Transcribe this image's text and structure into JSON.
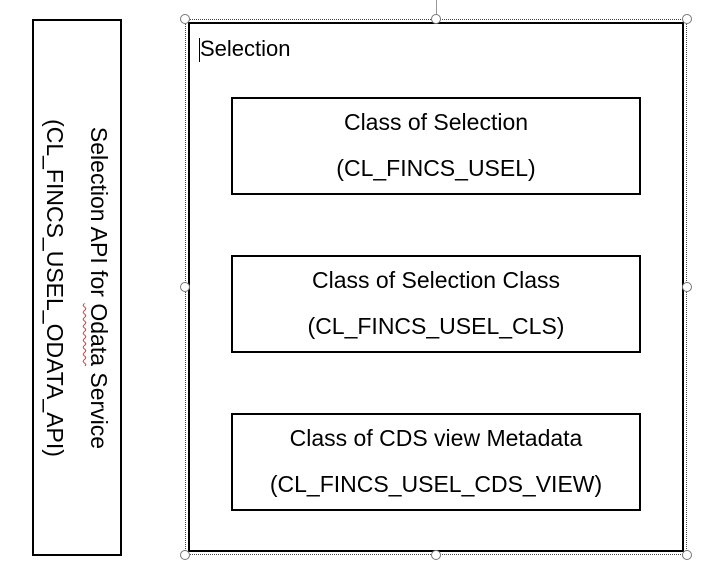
{
  "side_box": {
    "line1_before": "Selection API for ",
    "line1_flagged": "Odata",
    "line1_after": " Service",
    "line2": "(CL_FINCS_USEL_ODATA_API)"
  },
  "selection_frame": {
    "title": "Selection",
    "boxes": [
      {
        "title": "Class of Selection",
        "code": "(CL_FINCS_USEL)"
      },
      {
        "title": "Class of Selection Class",
        "code": "(CL_FINCS_USEL_CLS)"
      },
      {
        "title": "Class of CDS view Metadata",
        "code": "(CL_FINCS_USEL_CDS_VIEW)"
      }
    ]
  }
}
